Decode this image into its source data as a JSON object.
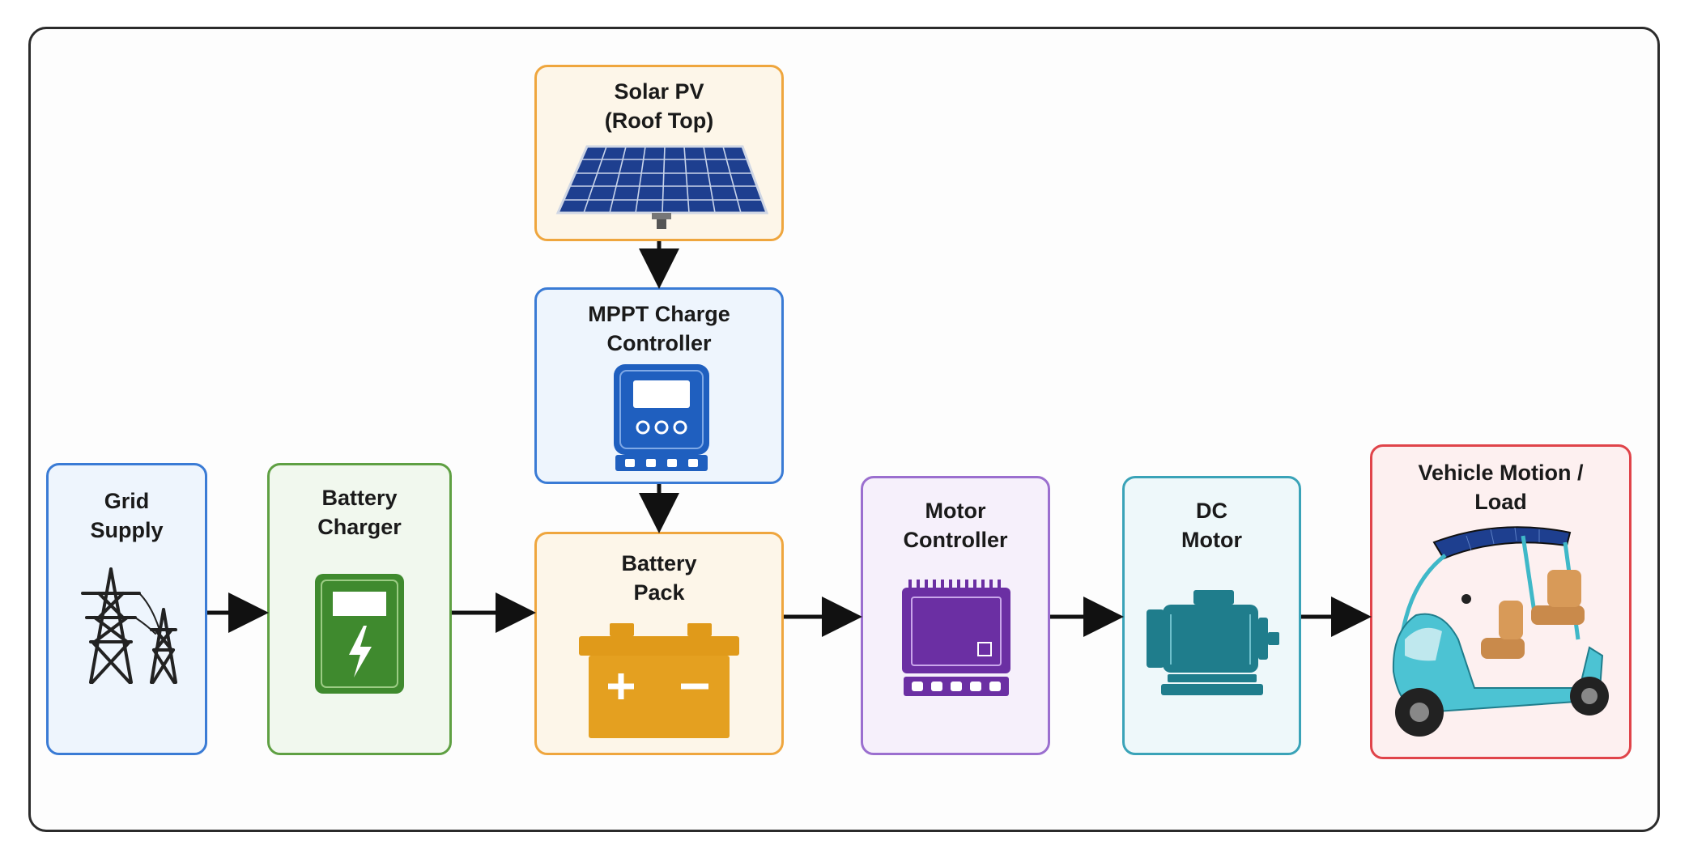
{
  "blocks": {
    "grid": {
      "label": "Grid\nSupply"
    },
    "charger": {
      "label": "Battery\nCharger"
    },
    "solar": {
      "label": "Solar PV\n(Roof Top)"
    },
    "mppt": {
      "label": "MPPT Charge\nController"
    },
    "battery": {
      "label": "Battery\nPack"
    },
    "motor_controller": {
      "label": "Motor\nController"
    },
    "dc_motor": {
      "label": "DC\nMotor"
    },
    "vehicle": {
      "label": "Vehicle Motion /\nLoad"
    }
  },
  "icons": {
    "grid": "transmission-tower-icon",
    "charger": "charging-station-icon",
    "solar": "solar-panel-icon",
    "mppt": "charge-controller-icon",
    "battery": "car-battery-icon",
    "motor_controller": "microchip-icon",
    "dc_motor": "electric-motor-icon",
    "vehicle": "electric-rickshaw-icon"
  },
  "edges": [
    {
      "from": "Grid Supply",
      "to": "Battery Charger"
    },
    {
      "from": "Battery Charger",
      "to": "Battery Pack"
    },
    {
      "from": "Solar PV (Roof Top)",
      "to": "MPPT Charge Controller"
    },
    {
      "from": "MPPT Charge Controller",
      "to": "Battery Pack"
    },
    {
      "from": "Battery Pack",
      "to": "Motor Controller"
    },
    {
      "from": "Motor Controller",
      "to": "DC Motor"
    },
    {
      "from": "DC Motor",
      "to": "Vehicle Motion / Load"
    }
  ],
  "colors": {
    "blue": "#3a7bd5",
    "green": "#5fa043",
    "orange": "#efa63e",
    "purple": "#9b6fcf",
    "teal": "#3aa3b8",
    "red": "#e0444a",
    "arrow": "#111111"
  }
}
